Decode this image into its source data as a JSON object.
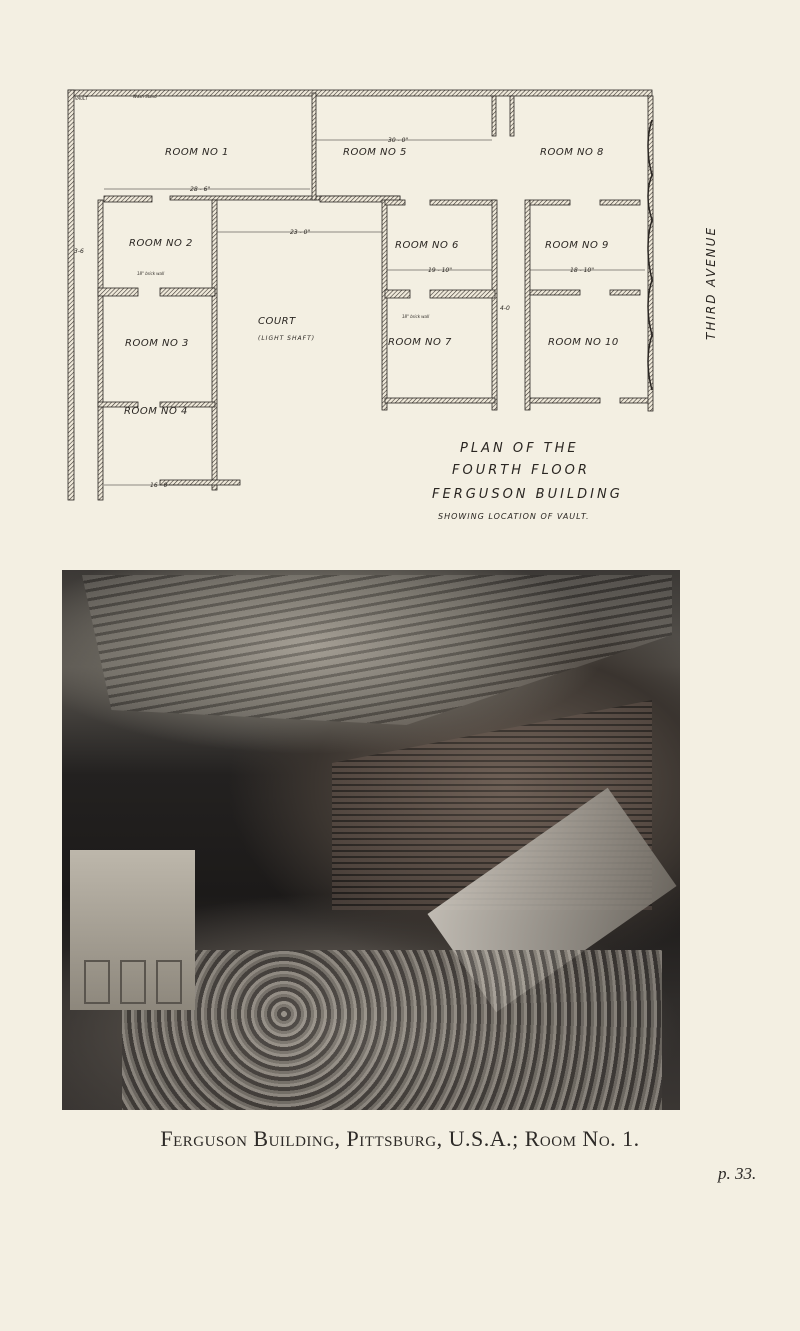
{
  "plan": {
    "rooms": [
      "ROOM NO 1",
      "ROOM NO 2",
      "ROOM NO 3",
      "ROOM NO 4",
      "ROOM NO 5",
      "ROOM NO 6",
      "ROOM NO 7",
      "ROOM NO 8",
      "ROOM NO 9",
      "ROOM NO 10"
    ],
    "court": "COURT",
    "court_sub": "(LIGHT SHAFT)",
    "street": "THIRD AVENUE",
    "dimensions": {
      "room5_width": "30 - 0\"",
      "room1_width": "28 - 6\"",
      "court_width": "23 - 0\"",
      "room6_width": "19 - 10\"",
      "room9_width": "18 - 10\"",
      "corridor": "4-0",
      "room4_width": "16 - 0",
      "left_gap": "3-6"
    },
    "notes": {
      "brick_wall": "18\" brick wall",
      "wash_stand": "Wash Stand",
      "vault": "VAULT"
    },
    "title_line1": "PLAN OF THE",
    "title_line2": "FOURTH FLOOR",
    "title_line3": "FERGUSON BUILDING",
    "title_line4": "SHOWING LOCATION OF VAULT."
  },
  "caption": "Ferguson Building, Pittsburg, U.S.A.; Room No. 1.",
  "page_number": "p. 33."
}
